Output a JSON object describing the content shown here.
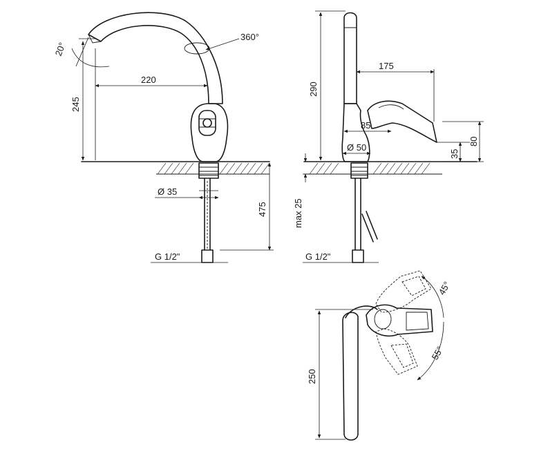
{
  "dimensions": {
    "spout_angle": "20°",
    "rotation": "360°",
    "reach": "220",
    "height_side": "245",
    "base_diameter": "Ø 35",
    "hose_length": "475",
    "connection_left": "G 1/2\"",
    "total_height": "290",
    "lever_length": "175",
    "lever_pos": "85",
    "body_diameter": "Ø 50",
    "lever_height_small": "35",
    "lever_height": "80",
    "max_thickness": "max 25",
    "connection_right": "G 1/2\"",
    "angle_up": "45°",
    "angle_down": "55°",
    "spout_length": "250"
  }
}
